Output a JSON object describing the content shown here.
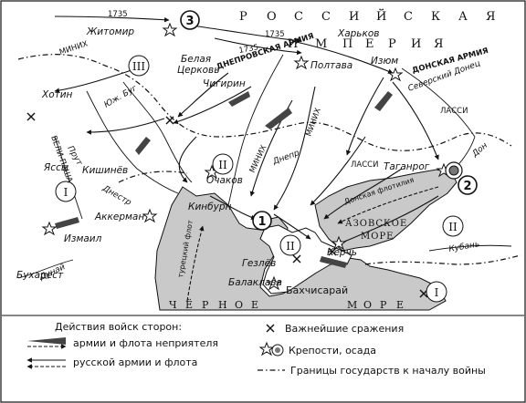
{
  "map": {
    "countries": {
      "russian_empire_letters": [
        "Р",
        "О",
        "С",
        "С",
        "И",
        "Й",
        "С",
        "К",
        "А",
        "Я"
      ],
      "empire_letters": [
        "И",
        "М",
        "П",
        "Е",
        "Р",
        "И",
        "Я"
      ],
      "azov_sea_line1": "АЗОВСКОЕ",
      "azov_sea_line2": "МОРЕ",
      "black_sea_letters": [
        "Ч",
        "Ё",
        "Р",
        "Н",
        "О",
        "Е",
        "М",
        "О",
        "Р",
        "Е"
      ]
    },
    "cities": {
      "zhitomir": "Житомир",
      "kharkov": "Харьков",
      "belaya_tserkov_1": "Белая",
      "belaya_tserkov_2": "Церковь",
      "poltava": "Полтава",
      "izyum": "Изюм",
      "chigirin": "Чигирин",
      "khotin": "Хотин",
      "yassy": "Яссы",
      "kishinev": "Кишинёв",
      "ochakov": "Очаков",
      "kinburn": "Кинбурн",
      "akkerman": "Аккерман",
      "izmail": "Измаил",
      "taganrog": "Таганрог",
      "kerch": "Керчь",
      "gezlev": "Гезлёв",
      "balaklava": "Балаклава",
      "bakhchisaray": "Бахчисарай",
      "bukharest": "Бухарест"
    },
    "rivers": {
      "yuzh_bug": "Юж. Буг",
      "dnepr": "Днепр",
      "dnestr": "Днестр",
      "prut": "Прут",
      "seversky_donets": "Северский Донец",
      "don": "Дон",
      "kuban": "Кубань",
      "dunay": "Дунай"
    },
    "armies": {
      "minikh_top": "МИНИХ",
      "dneprovskaya": "ДНЕПРОВСКАЯ АРМИЯ",
      "donskaya": "ДОНСКАЯ АРМИЯ",
      "lassi_top": "ЛАССИ",
      "minikh_right": "МИНИХ",
      "velipasha": "ВЕЛИ-ПАША",
      "minikh_left": "МИНИХ",
      "lassi_mid": "ЛАССИ",
      "don_flotilla": "Донская флотилия",
      "turkish_fleet": "турецкий флот"
    },
    "years": {
      "y1735_top": "1735",
      "y1735_mid": "1735",
      "y1735_dnepr": "1735"
    },
    "markers": {
      "m1": "1",
      "m2": "2",
      "m3": "3",
      "roman_3": "III",
      "roman_2_center": "II",
      "roman_1_left": "I",
      "roman_2_crimea": "II",
      "roman_2_right": "II",
      "roman_1_right": "I"
    }
  },
  "legend": {
    "title": "Действия войск сторон:",
    "enemy": "армии и флота неприятеля",
    "russian": "русской армии и флота",
    "battles": "Важнейшие сражения",
    "fortresses": "Крепости, осада",
    "borders": "Границы государств к началу войны"
  },
  "colors": {
    "sea": "#c9c9c9",
    "land": "#ffffff",
    "ink": "#111111",
    "enemy_arrow": "#555555"
  }
}
